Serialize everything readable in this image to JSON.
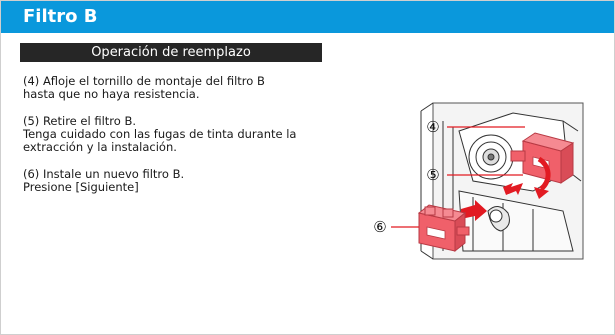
{
  "header": {
    "title": "Filtro B"
  },
  "section": {
    "title": "Operación de reemplazo"
  },
  "steps": [
    {
      "lines": [
        "(4) Afloje el tornillo de montaje del filtro B",
        "hasta que no haya resistencia."
      ]
    },
    {
      "lines": [
        "(5) Retire el filtro B.",
        "Tenga cuidado con las fugas de tinta durante la",
        "extracción y la instalación."
      ]
    },
    {
      "lines": [
        "(6) Instale un nuevo filtro B.",
        "Presione [Siguiente]"
      ]
    }
  ],
  "illustration": {
    "callouts": [
      "④",
      "⑤",
      "⑥"
    ],
    "filter_color": "#f0606a",
    "arrow_color": "#e21a22"
  }
}
